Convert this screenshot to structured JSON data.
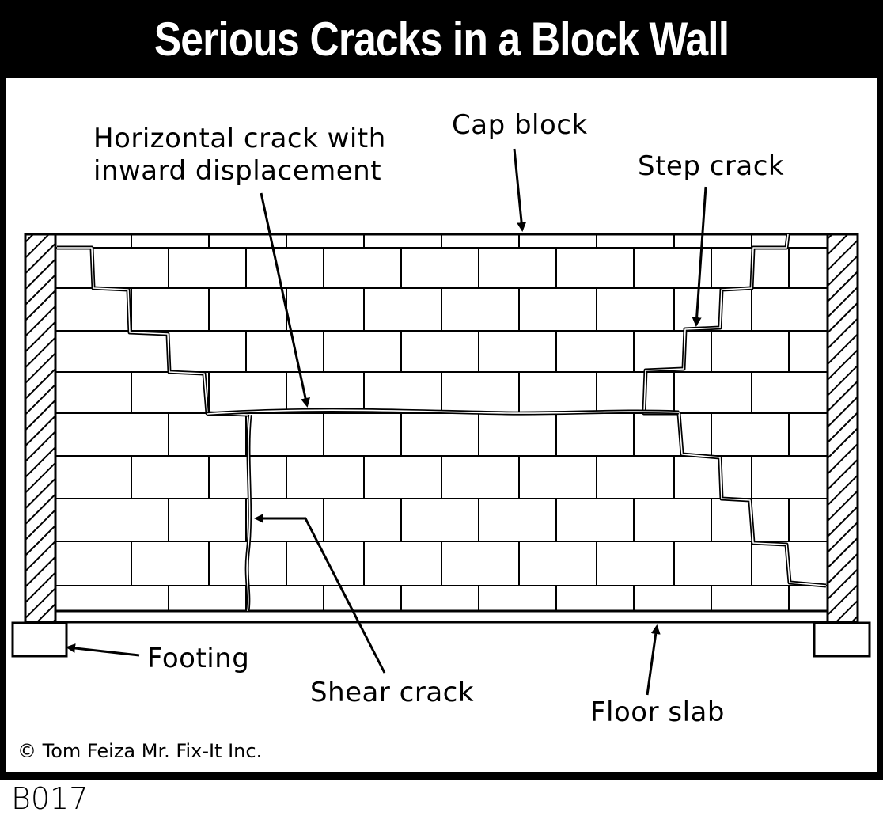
{
  "title": "Serious Cracks in a Block Wall",
  "labels": {
    "horizontal_crack_line1": "Horizontal crack with",
    "horizontal_crack_line2": "inward displacement",
    "cap_block": "Cap block",
    "step_crack": "Step crack",
    "footing": "Footing",
    "shear_crack": "Shear crack",
    "floor_slab": "Floor slab"
  },
  "copyright": "© Tom Feiza Mr. Fix-It Inc.",
  "code": "B017",
  "colors": {
    "ink": "#000000",
    "paper": "#ffffff"
  }
}
